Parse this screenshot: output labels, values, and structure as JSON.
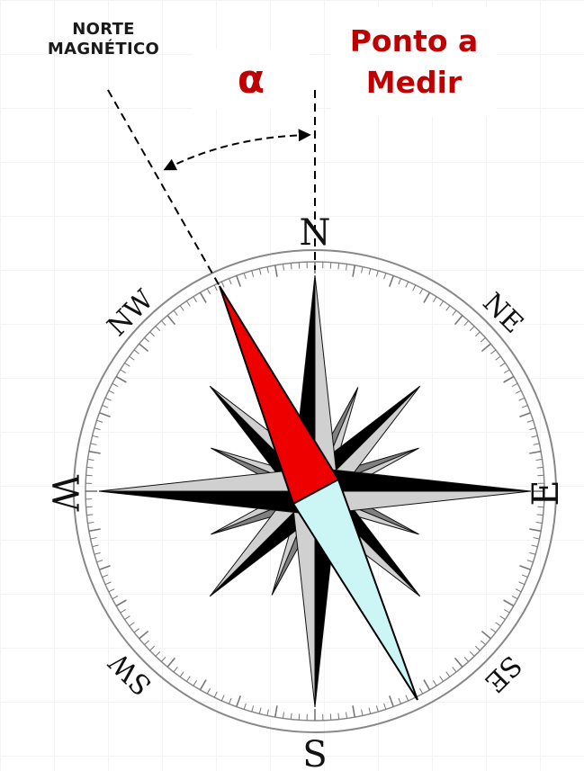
{
  "labels": {
    "magnetic_north_line1": "NORTE",
    "magnetic_north_line2": "MAGNÉTICO",
    "angle_symbol": "α",
    "measure_point_line1": "Ponto a",
    "measure_point_line2": "Medir"
  },
  "compass": {
    "N": "N",
    "S": "S",
    "E": "E",
    "W": "W",
    "NE": "NE",
    "NW": "NW",
    "SE": "SE",
    "SW": "SW"
  },
  "colors": {
    "needle_north": "#ee0000",
    "needle_south": "#ccf5f5",
    "annotation_red": "#c00000",
    "rose_dark": "#000000",
    "rose_light": "#d0d0d0",
    "rose_mid": "#808080"
  }
}
